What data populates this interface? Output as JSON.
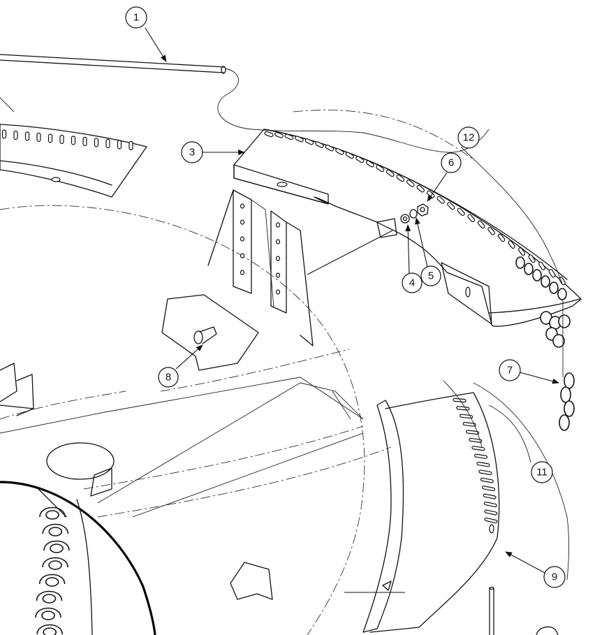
{
  "diagram": {
    "callouts": [
      {
        "id": "c1",
        "label": "1"
      },
      {
        "id": "c3",
        "label": "3"
      },
      {
        "id": "c4",
        "label": "4"
      },
      {
        "id": "c5",
        "label": "5"
      },
      {
        "id": "c6",
        "label": "6"
      },
      {
        "id": "c7",
        "label": "7"
      },
      {
        "id": "c8",
        "label": "8"
      },
      {
        "id": "c9",
        "label": "9"
      },
      {
        "id": "c11",
        "label": "11"
      },
      {
        "id": "c12",
        "label": "12"
      }
    ]
  }
}
